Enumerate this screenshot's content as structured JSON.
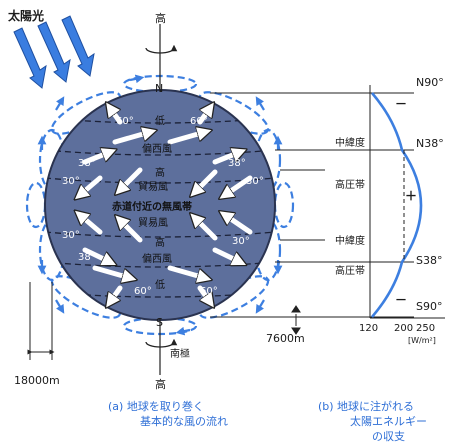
{
  "sunlight_label": "太陽光",
  "pole_labels": {
    "north_high": "高",
    "north": "N",
    "south": "S",
    "south_pole": "南極",
    "south_high": "高"
  },
  "globe": {
    "lat_60_nw": "60°",
    "lat_60_ne": "60°",
    "low_north": "低",
    "westerlies_north": "偏西風",
    "lat_38_nw": "38°",
    "lat_38_ne": "38°",
    "high_north": "高",
    "lat_30_nw": "30°",
    "lat_30_ne": "30°",
    "trade_north": "貿易風",
    "doldrums": "赤道付近の無風帯",
    "trade_south": "貿易風",
    "high_south": "高",
    "lat_30_sw": "30°",
    "lat_30_se": "30°",
    "lat_38_sw": "38°",
    "westerlies_south": "偏西風",
    "lat_60_sw": "60°",
    "lat_60_se": "60°",
    "low_south": "低"
  },
  "zone_labels": {
    "mid_lat_north": "中緯度",
    "high_pressure_north": "高圧帯",
    "mid_lat_south": "中緯度",
    "high_pressure_south": "高圧帯"
  },
  "lat_scale": [
    "N90°",
    "N38°",
    "S38°",
    "S90°"
  ],
  "balance_signs": {
    "top": "－",
    "middle": "＋",
    "bottom": "－"
  },
  "x_axis": {
    "ticks": [
      "120",
      "200",
      "250"
    ],
    "unit": "[W/m²]"
  },
  "dimensions": {
    "height_7600": "7600m",
    "height_18000": "18000m"
  },
  "captions": {
    "a_line1": "(a)  地球を取り巻く",
    "a_line2": "基本的な風の流れ",
    "b_line1": "(b)  地球に注がれる",
    "b_line2": "太陽エネルギー",
    "b_line3": "の収支"
  },
  "colors": {
    "globe_fill": "#5d6f9c",
    "globe_stroke": "#2a3350",
    "circulation_blue": "#3d7fe0",
    "sun_arrow_blue": "#3a7de0",
    "caption_blue": "#2f6fd6"
  }
}
